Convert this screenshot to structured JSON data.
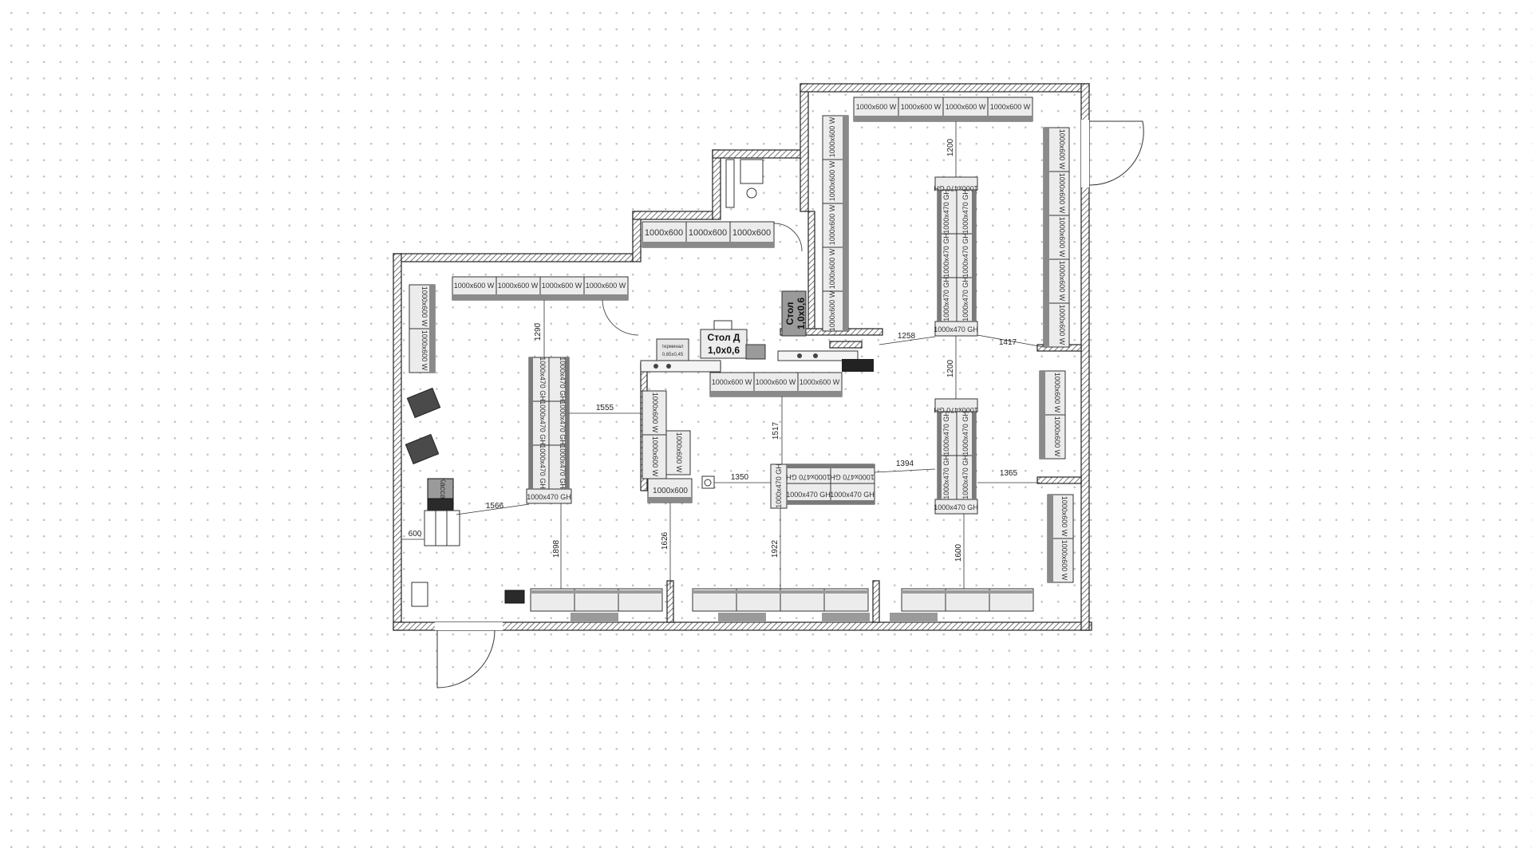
{
  "floorplan": {
    "wall_hatch_color": "#555555",
    "fixture_fill": "#d4d4d4",
    "accent_fill": "#7a7a7a",
    "module_labels": {
      "wall_600_w": "1000x600 W",
      "cooler_600": "1000x600",
      "gondola_470_gh": "1000x470 GH"
    },
    "tables": {
      "table_d_name": "Стол Д",
      "table_d_size": "1,0x0,6",
      "table_name": "Стол",
      "table_size": "1,0x0,6"
    },
    "checkout_label": "Касса",
    "small_labels": {
      "terminal": "терминал",
      "terminal_size": "0,65х0,45"
    },
    "dimensions": {
      "d1290": "1290",
      "d1555": "1555",
      "d1566": "1566",
      "d600": "600",
      "d1898": "1898",
      "d1626": "1626",
      "d1350": "1350",
      "d1517": "1517",
      "d1922": "1922",
      "d1394": "1394",
      "d1365": "1365",
      "d1600": "1600",
      "d1258": "1258",
      "d1417": "1417",
      "d1200_top": "1200",
      "d1200_mid": "1200"
    }
  }
}
